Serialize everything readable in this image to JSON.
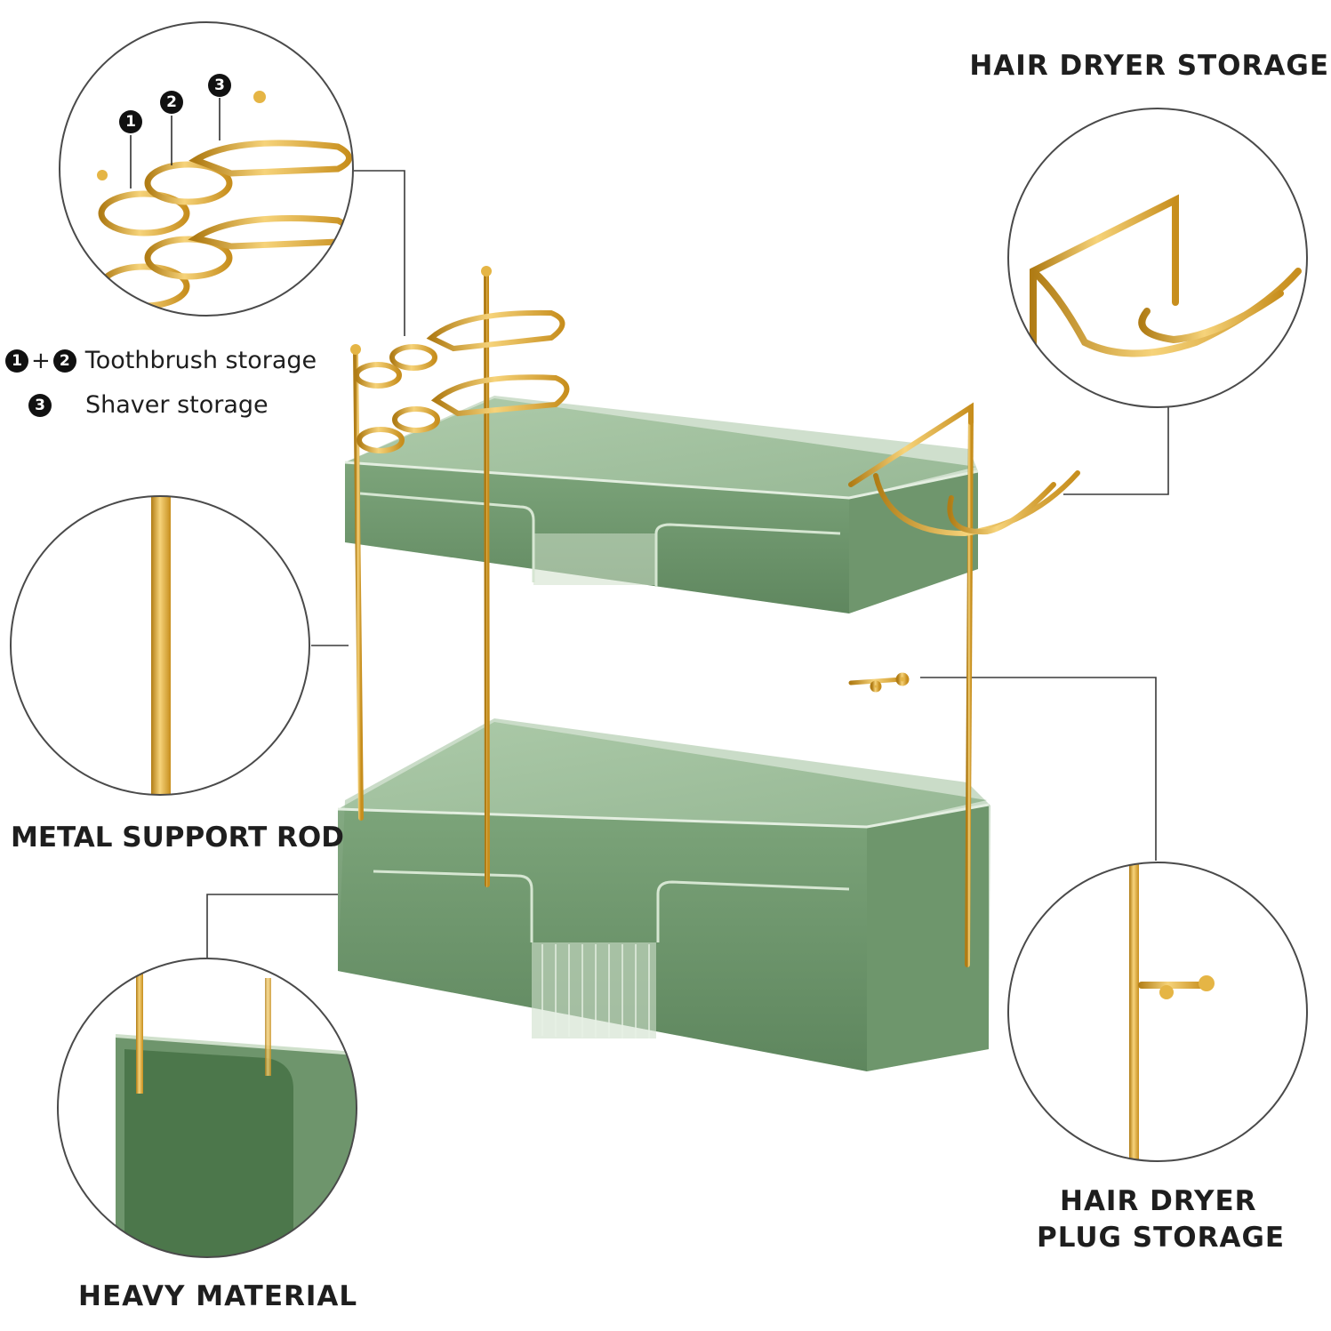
{
  "colors": {
    "gold": "#d9a22c",
    "gold_light": "#f6d37a",
    "green_dark": "#4f7a4e",
    "green_mid": "#7ba57a",
    "green_light": "#b9d2b5",
    "line": "#3a3a3a"
  },
  "labels": {
    "hair_dryer_storage": "HAIR DRYER STORAGE",
    "metal_support_rod": "METAL SUPPORT ROD",
    "hair_dryer_plug_line1": "HAIR DRYER",
    "hair_dryer_plug_line2": "PLUG STORAGE",
    "heavy_material": "HEAVY MATERIAL"
  },
  "legend": {
    "n1": "1",
    "n2": "2",
    "n3": "3",
    "plus": "+",
    "toothbrush": "Toothbrush storage",
    "shaver": "Shaver storage"
  },
  "callouts": {
    "holder_numbers": [
      "1",
      "2",
      "3"
    ]
  }
}
